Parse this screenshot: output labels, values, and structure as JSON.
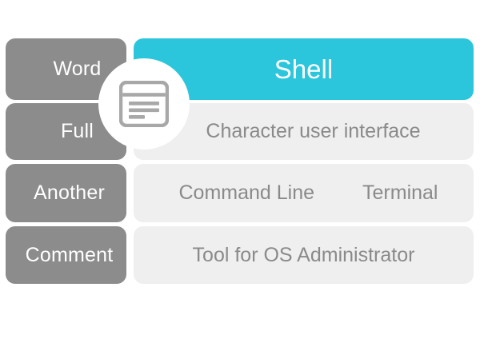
{
  "infographic": {
    "title_word": "Shell",
    "accent_color": "#2cc6dc",
    "label_color": "#8c8c8c",
    "value_bg_color": "#efefef",
    "value_text_color": "#8a8a8a",
    "badge": {
      "icon": "window-icon",
      "bg_color": "#ffffff",
      "icon_color": "#a8a8a8"
    },
    "rows": [
      {
        "label": "Word",
        "value": "Shell",
        "highlight": true
      },
      {
        "label": "Full",
        "value": "Character user interface",
        "highlight": false
      },
      {
        "label": "Another",
        "value": "Command Line",
        "value2": "Terminal",
        "highlight": false
      },
      {
        "label": "Comment",
        "value": "Tool for OS Administrator",
        "highlight": false
      }
    ]
  }
}
